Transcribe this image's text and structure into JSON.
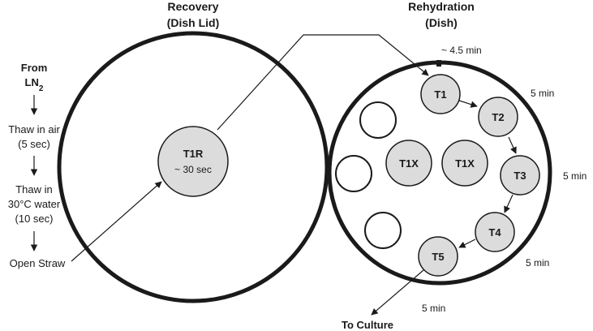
{
  "recovery": {
    "title_line1": "Recovery",
    "title_line2": "(Dish Lid)",
    "well_label": "T1R",
    "well_time": "~ 30 sec"
  },
  "rehydration": {
    "title_line1": "Rehydration",
    "title_line2": "(Dish)",
    "entry_time": "~ 4.5 min",
    "wells": {
      "t1": "T1",
      "t2": "T2",
      "t3": "T3",
      "t4": "T4",
      "t5": "T5",
      "t1x_left": "T1X",
      "t1x_right": "T1X"
    },
    "times": {
      "t1_t2": "5 min",
      "t2_t3": "5 min",
      "t4_t5": "5 min",
      "t5_out": "5 min"
    }
  },
  "steps": {
    "from_ln2_main": "From",
    "from_ln2_ln": "LN",
    "from_ln2_sub": "2",
    "thaw_air_line1": "Thaw in air",
    "thaw_air_line2": "(5 sec)",
    "thaw_water_line1": "Thaw in",
    "thaw_water_line2": "30°C water",
    "thaw_water_line3": "(10 sec)",
    "open_straw": "Open Straw"
  },
  "output_label": "To Culture",
  "colors": {
    "stroke": "#1a1a1a",
    "well_fill": "#dcdcdc",
    "background": "#ffffff"
  }
}
